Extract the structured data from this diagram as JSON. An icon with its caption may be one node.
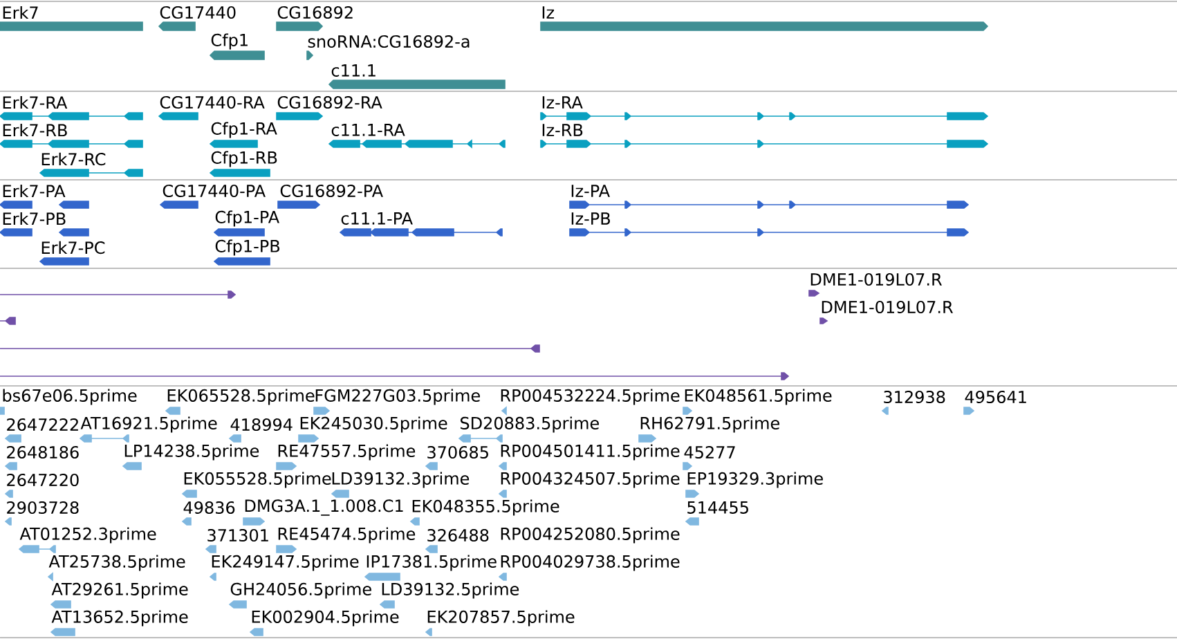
{
  "diagram": {
    "labels": [
      "Erk7",
      "CG17440",
      "CG16892",
      "Iz",
      "Cfp1",
      "snoRNA:CG16892-a",
      "c11.1",
      "Erk7-RA",
      "CG17440-RA",
      "CG16892-RA",
      "Iz-RA",
      "Erk7-RB",
      "Cfp1-RA",
      "c11.1-RA",
      "Iz-RB",
      "Erk7-RC",
      "Cfp1-RB",
      "Erk7-PA",
      "CG17440-PA",
      "CG16892-PA",
      "Iz-PA",
      "Erk7-PB",
      "Cfp1-PA",
      "c11.1-PA",
      "Iz-PB",
      "Erk7-PC",
      "Cfp1-PB",
      "DME1-019L07.R",
      "DME1-019L07.R",
      "bs67e06.5prime",
      "EK065528.5prime",
      "FGM227G03.5prime",
      "RP004532224.5prime",
      "EK048561.5prime",
      "312938",
      "495641",
      "2647222",
      "AT16921.5prime",
      "418994",
      "EK245030.5prime",
      "SD20883.5prime",
      "RH62791.5prime",
      "2648186",
      "LP14238.5prime",
      "RE47557.5prime",
      "370685",
      "RP004501411.5prime",
      "45277",
      "2647220",
      "EK055528.5prime",
      "LD39132.3prime",
      "RP004324507.5prime",
      "EP19329.3prime",
      "2903728",
      "49836",
      "DMG3A.1_1.008.C1",
      "EK048355.5prime",
      "514455",
      "AT01252.3prime",
      "371301",
      "RE45474.5prime",
      "326488",
      "RP004252080.5prime",
      "AT25738.5prime",
      "EK249147.5prime",
      "IP17381.5prime",
      "RP004029738.5prime",
      "AT29261.5prime",
      "GH24056.5prime",
      "LD39132.5prime",
      "AT13652.5prime",
      "EK002904.5prime",
      "EK207857.5prime"
    ]
  }
}
